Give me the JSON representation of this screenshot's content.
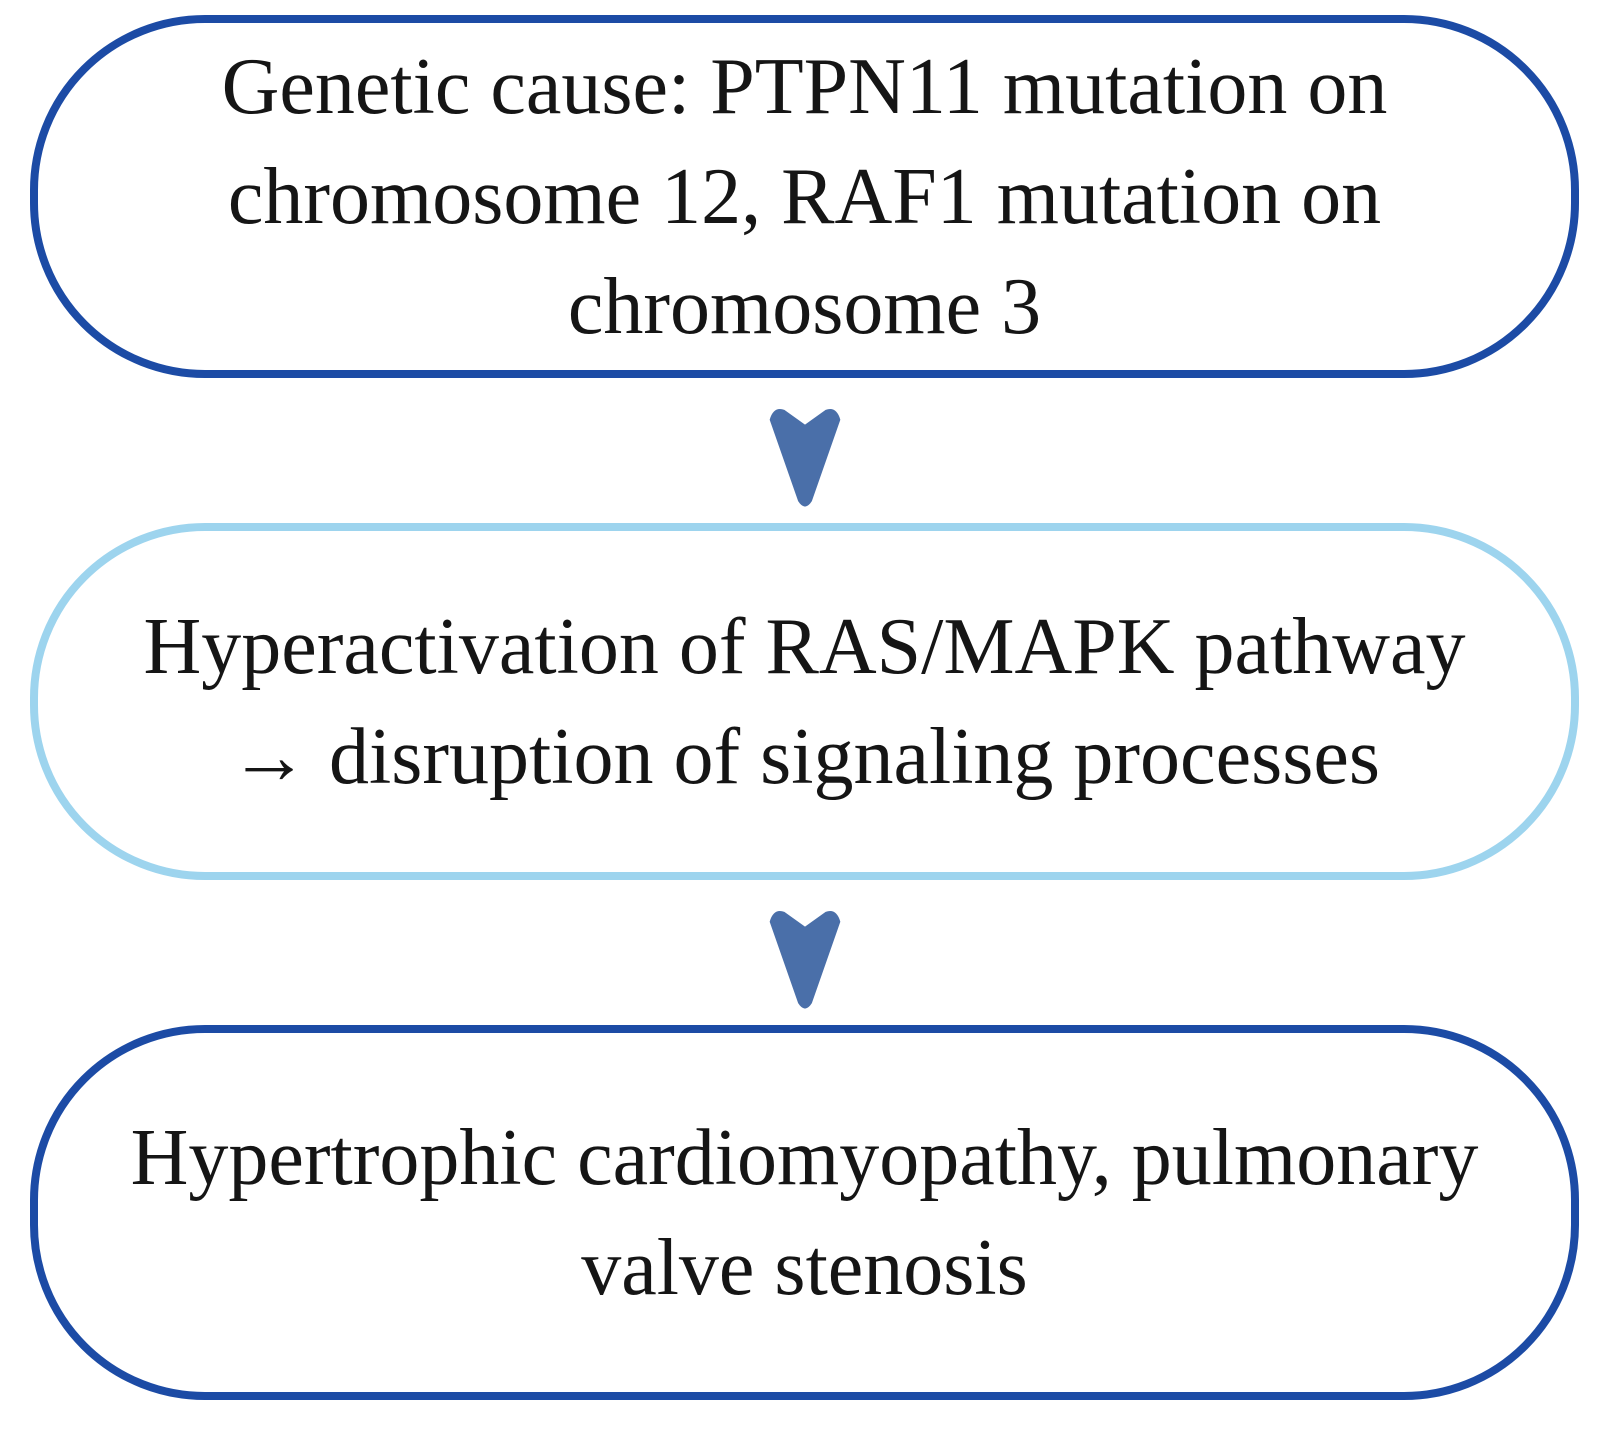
{
  "background": "#ffffff",
  "text_color": "#151515",
  "arrow_color": "#4a6fa9",
  "flowchart": {
    "boxes": [
      {
        "name": "genetic-cause",
        "border_color": "#1c4ba5",
        "lines": [
          "Genetic cause: PTPN11 mutation on",
          "chromosome 12, RAF1 mutation on",
          "chromosome 3"
        ]
      },
      {
        "name": "pathway-hyperactivation",
        "border_color": "#9dd4ee",
        "lines": [
          "Hyperactivation of RAS/MAPK pathway",
          "→ disruption of signaling processes"
        ]
      },
      {
        "name": "clinical-outcome",
        "border_color": "#1c4ba5",
        "lines": [
          "Hypertrophic cardiomyopathy, pulmonary",
          "valve stenosis"
        ]
      }
    ]
  }
}
